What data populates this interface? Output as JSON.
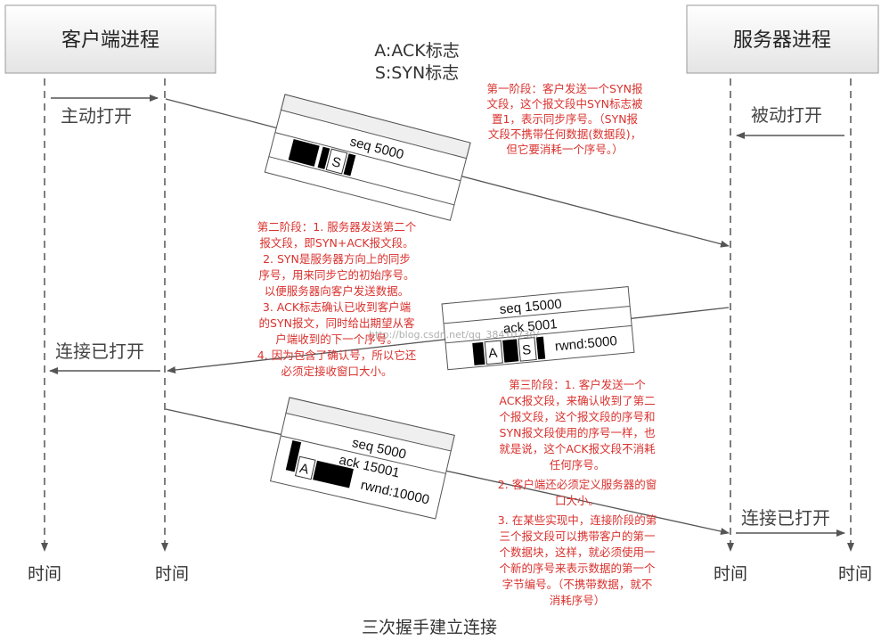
{
  "client_process": "客户端进程",
  "server_process": "服务器进程",
  "legend": [
    "A:ACK标志",
    "S:SYN标志"
  ],
  "labels": {
    "active_open": "主动打开",
    "passive_open": "被动打开",
    "client_established": "连接已打开",
    "server_established": "连接已打开"
  },
  "time_labels": [
    "时间",
    "时间",
    "时间",
    "时间"
  ],
  "segment1": {
    "seq": "seq   5000",
    "flag_s": "S"
  },
  "segment2": {
    "seq": "seq   15000",
    "ack": "ack   5001",
    "flag_a": "A",
    "flag_s": "S",
    "rwnd": "rwnd:5000"
  },
  "segment3": {
    "seq": "seq   5000",
    "ack": "ack   15001",
    "flag_a": "A",
    "rwnd": "rwnd:10000"
  },
  "stage1": [
    "第一阶段：客户发送一个SYN报",
    "文段，这个报文段中SYN标志被",
    "置1，表示同步序号。（SYN报",
    "文段不携带任何数据(数据段)，",
    "但它要消耗一个序号。）"
  ],
  "stage2": [
    "第二阶段：1. 服务器发送第二个",
    "报文段，即SYN+ACK报文段。",
    "2. SYN是服务器方向上的同步",
    "序号，用来同步它的初始序号。",
    "以便服务器向客户发送数据。",
    "3. ACK标志确认已收到客户端",
    "的SYN报文，同时给出期望从客",
    "户端收到的下一个序号。",
    "4. 因为包含了确认号，所以它还",
    "必须定接收窗口大小。"
  ],
  "stage3": [
    "第三阶段：1. 客户发送一个",
    "ACK报文段，来确认收到了第二",
    "个报文段，这个报文段的序号和",
    "SYN报文段使用的序号一样，也",
    "就是说，这个ACK报文段不消耗",
    "任何序号。",
    "2. 客户端还必须定义服务器的窗",
    "口大小。",
    "3. 在某些实现中，连接阶段的第",
    "三个报文段可以携带客户的第一",
    "个数据块，这样，就必须使用一",
    "个新的序号来表示数据的第一个",
    "字节编号。（不携带数据，就不",
    "消耗序号）"
  ],
  "caption": "三次握手建立连接",
  "watermark": "http://blog.csdn.net/qq_38410730/",
  "colors": {
    "annotation": "#d9322e",
    "line": "#555555"
  }
}
